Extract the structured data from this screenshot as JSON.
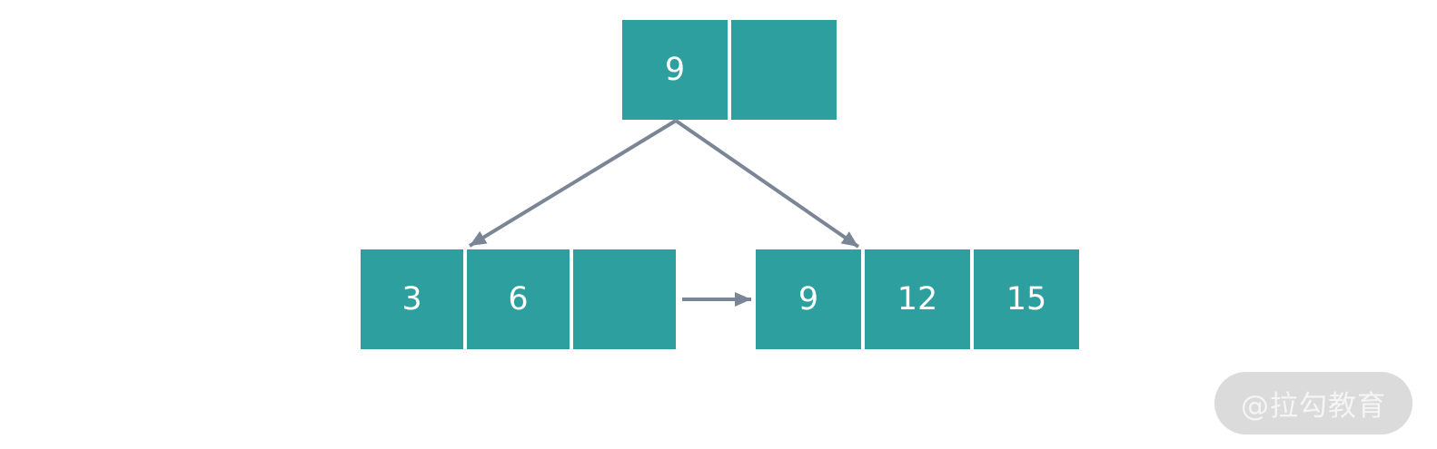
{
  "colors": {
    "node_fill": "#2D9F9F",
    "node_text": "#FFFFFF",
    "arrow": "#7A8596",
    "watermark_bg": "#DBDBDB",
    "watermark_text": "#F5F5F5",
    "background": "#FFFFFF"
  },
  "tree": {
    "root": {
      "cells": [
        "9",
        ""
      ]
    },
    "left_child": {
      "cells": [
        "3",
        "6",
        ""
      ]
    },
    "right_child": {
      "cells": [
        "9",
        "12",
        "15"
      ]
    }
  },
  "edges": [
    {
      "name": "root-to-left-child",
      "type": "arrow"
    },
    {
      "name": "root-to-right-child",
      "type": "arrow"
    },
    {
      "name": "left-child-to-right-child",
      "type": "arrow"
    }
  ],
  "watermark": {
    "label": "@拉勾教育"
  }
}
